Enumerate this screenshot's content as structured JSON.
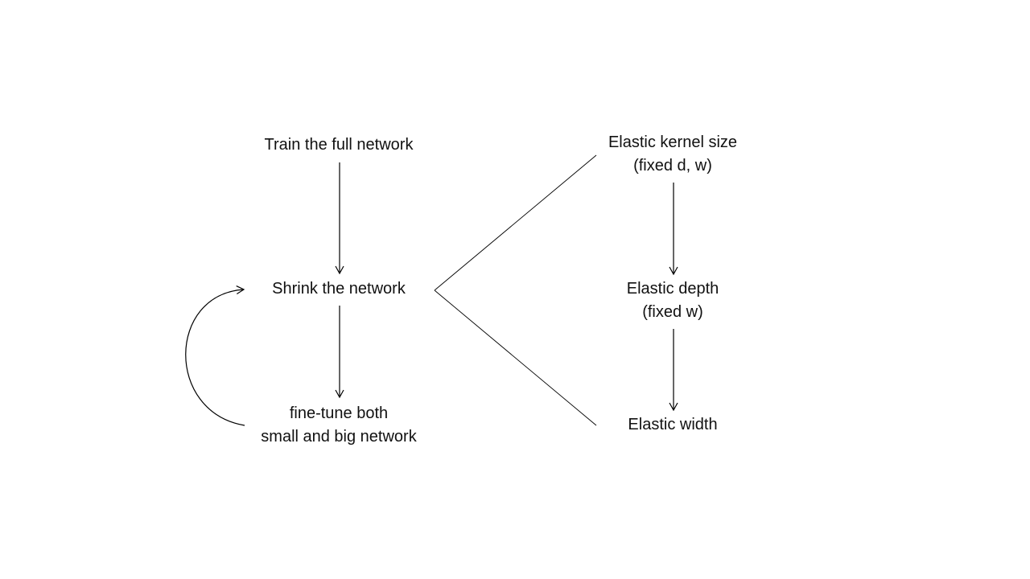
{
  "left_column": {
    "train": {
      "label": "Train the full network"
    },
    "shrink": {
      "label": "Shrink the network"
    },
    "finetune": {
      "line1": "fine-tune both",
      "line2": "small and big network"
    }
  },
  "right_column": {
    "kernel": {
      "line1": "Elastic kernel size",
      "line2": "(fixed d, w)"
    },
    "depth": {
      "line1": "Elastic depth",
      "line2": "(fixed w)"
    },
    "width": {
      "label": "Elastic width"
    }
  },
  "colors": {
    "lines": "#000000",
    "text": "#111111",
    "background": "#ffffff"
  }
}
